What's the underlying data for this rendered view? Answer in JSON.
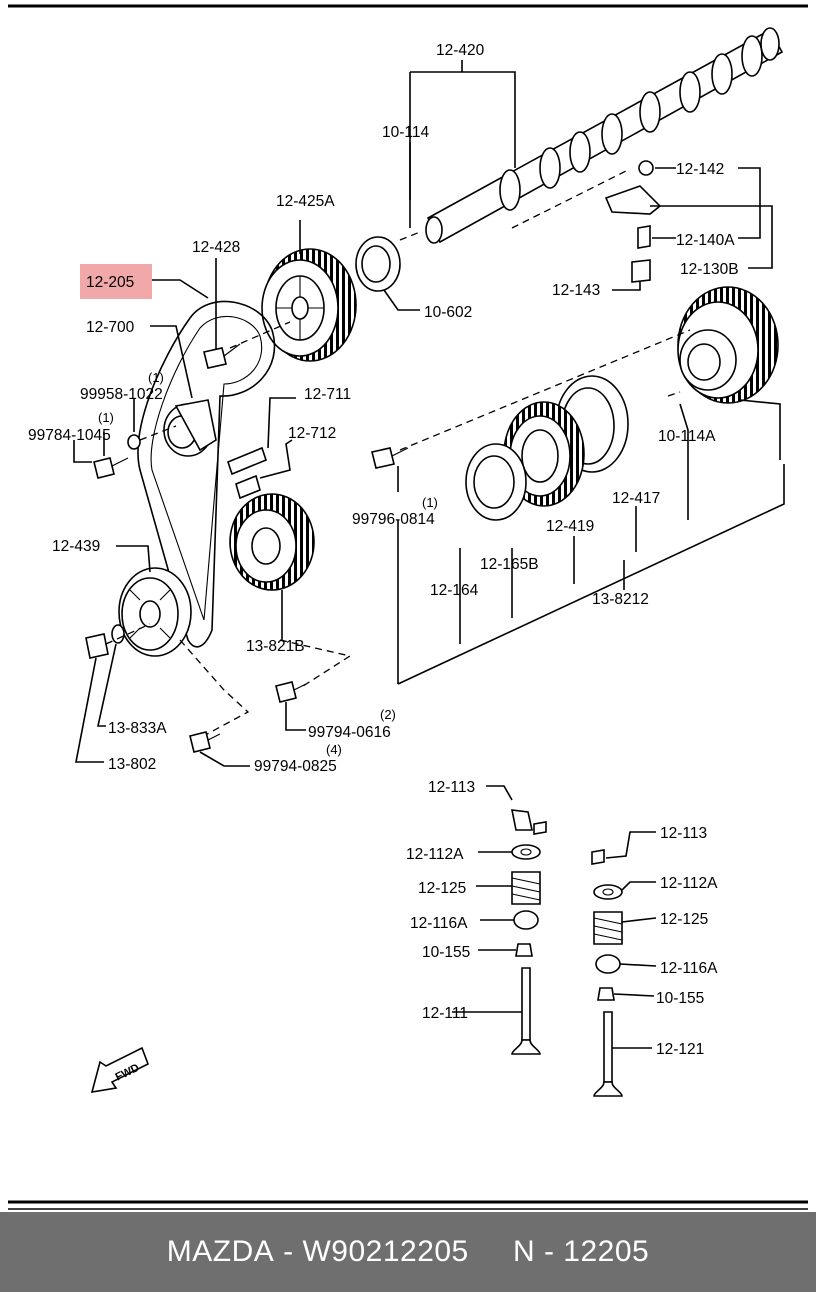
{
  "highlight_color": "#f0a8a8",
  "footer": {
    "background": "#6f6f6f",
    "brand": "MAZDA",
    "separator1": " - ",
    "part_number": "W90212205",
    "gap": "     ",
    "n_label": "N - ",
    "n_value": "12205"
  },
  "labels": {
    "l_12_420": "12-420",
    "l_10_114": "10-114",
    "l_12_142": "12-142",
    "l_12_425a": "12-425A",
    "l_12_140a": "12-140A",
    "l_12_428": "12-428",
    "l_12_130b": "12-130B",
    "l_12_205": "12-205",
    "l_12_143": "12-143",
    "l_10_602": "10-602",
    "l_12_700": "12-700",
    "l_99958_q": "(1)",
    "l_99958": "99958-1022",
    "l_12_711": "12-711",
    "l_99784_q": "(1)",
    "l_99784": "99784-1045",
    "l_12_712": "12-712",
    "l_10_114a": "10-114A",
    "l_12_417": "12-417",
    "l_99796_q": "(1)",
    "l_99796": "99796-0814",
    "l_12_419": "12-419",
    "l_12_439": "12-439",
    "l_12_165b": "12-165B",
    "l_12_164": "12-164",
    "l_13_8212": "13-8212",
    "l_13_821b": "13-821B",
    "l_99794_0616_q": "(2)",
    "l_99794_0616": "99794-0616",
    "l_13_833a": "13-833A",
    "l_99794_0825_q": "(4)",
    "l_99794_0825": "99794-0825",
    "l_13_802": "13-802",
    "l_12_113_l": "12-113",
    "l_12_113_r": "12-113",
    "l_12_112a_l": "12-112A",
    "l_12_112a_r": "12-112A",
    "l_12_125_l": "12-125",
    "l_12_125_r": "12-125",
    "l_12_116a_l": "12-116A",
    "l_12_116a_r": "12-116A",
    "l_10_155_l": "10-155",
    "l_10_155_r": "10-155",
    "l_12_111": "12-111",
    "l_12_121": "12-121",
    "fwd": "FWD"
  },
  "icons": {
    "fwd_arrow": "fwd-arrow-icon"
  }
}
